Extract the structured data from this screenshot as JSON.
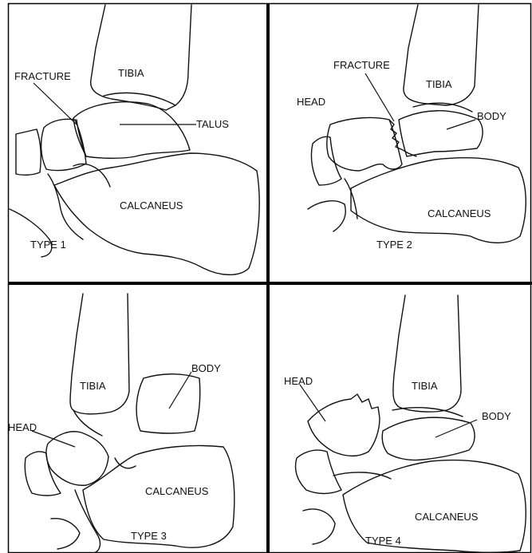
{
  "panels": [
    {
      "type_label": "TYPE 1",
      "labels": {
        "tibia": "TIBIA",
        "fracture": "FRACTURE",
        "talus": "TALUS",
        "calcaneus": "CALCANEUS"
      }
    },
    {
      "type_label": "TYPE 2",
      "labels": {
        "tibia": "TIBIA",
        "fracture": "FRACTURE",
        "head": "HEAD",
        "body": "BODY",
        "calcaneus": "CALCANEUS"
      }
    },
    {
      "type_label": "TYPE 3",
      "labels": {
        "tibia": "TIBIA",
        "head": "HEAD",
        "body": "BODY",
        "calcaneus": "CALCANEUS"
      }
    },
    {
      "type_label": "TYPE 4",
      "labels": {
        "tibia": "TIBIA",
        "head": "HEAD",
        "body": "BODY",
        "calcaneus": "CALCANEUS"
      }
    }
  ]
}
